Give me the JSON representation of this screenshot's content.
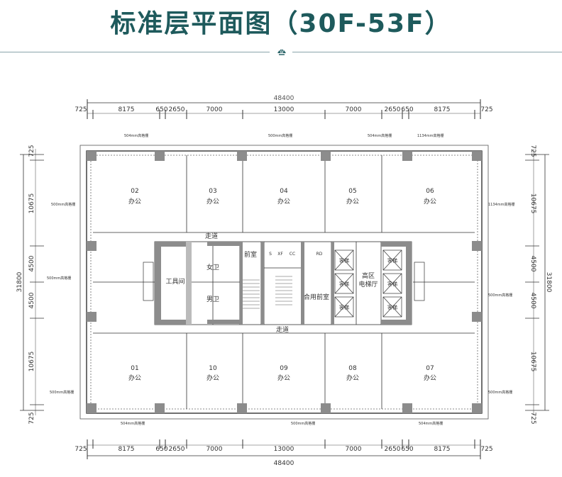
{
  "title": "标准层平面图（30F-53F）",
  "dimensions": {
    "top_total": "48400",
    "top": [
      "725",
      "8175",
      "650",
      "2650",
      "7000",
      "13000",
      "7000",
      "2650",
      "650",
      "8175",
      "725"
    ],
    "bottom_total": "48400",
    "bottom": [
      "725",
      "8175",
      "650",
      "2650",
      "7000",
      "13000",
      "7000",
      "2650",
      "650",
      "8175",
      "725"
    ],
    "side_total": "31800",
    "left": [
      "725",
      "10675",
      "4500",
      "4500",
      "10675",
      "725"
    ],
    "right": [
      "725",
      "10675",
      "4500",
      "4500",
      "10675",
      "725"
    ]
  },
  "offices_top": [
    {
      "num": "02",
      "label": "办公"
    },
    {
      "num": "03",
      "label": "办公"
    },
    {
      "num": "04",
      "label": "办公"
    },
    {
      "num": "05",
      "label": "办公"
    },
    {
      "num": "06",
      "label": "办公"
    }
  ],
  "offices_bottom": [
    {
      "num": "01",
      "label": "办公"
    },
    {
      "num": "10",
      "label": "办公"
    },
    {
      "num": "09",
      "label": "办公"
    },
    {
      "num": "08",
      "label": "办公"
    },
    {
      "num": "07",
      "label": "办公"
    }
  ],
  "core": {
    "corridor_top": "走道",
    "corridor_bottom": "走道",
    "anteroom": "前室",
    "womens_wc": "女卫",
    "mens_wc": "男卫",
    "tool_room": "工具间",
    "shared_anteroom": "合用前室",
    "lobby_line1": "高区",
    "lobby_line2": "电梯厅",
    "elevator": "客梯",
    "shafts": [
      "S",
      "XF",
      "CC",
      "RD"
    ]
  },
  "annotations": {
    "top_left": "504mm高格栅",
    "top_center": "500mm高格栅",
    "top_right1": "504mm高格栅",
    "top_right2": "1134mm高格栅",
    "left_top": "500mm高格栅",
    "left_mid": "500mm高格栅",
    "left_bottom": "500mm高格栅",
    "right_top": "1134mm高格栅",
    "right_mid": "500mm高格栅",
    "right_bottom": "500mm高格栅",
    "bottom_left": "504mm高格栅",
    "bottom_center": "500mm高格栅",
    "bottom_right": "504mm高格栅"
  },
  "colors": {
    "title": "#1e5a5c",
    "wall": "#8c8c8c"
  }
}
